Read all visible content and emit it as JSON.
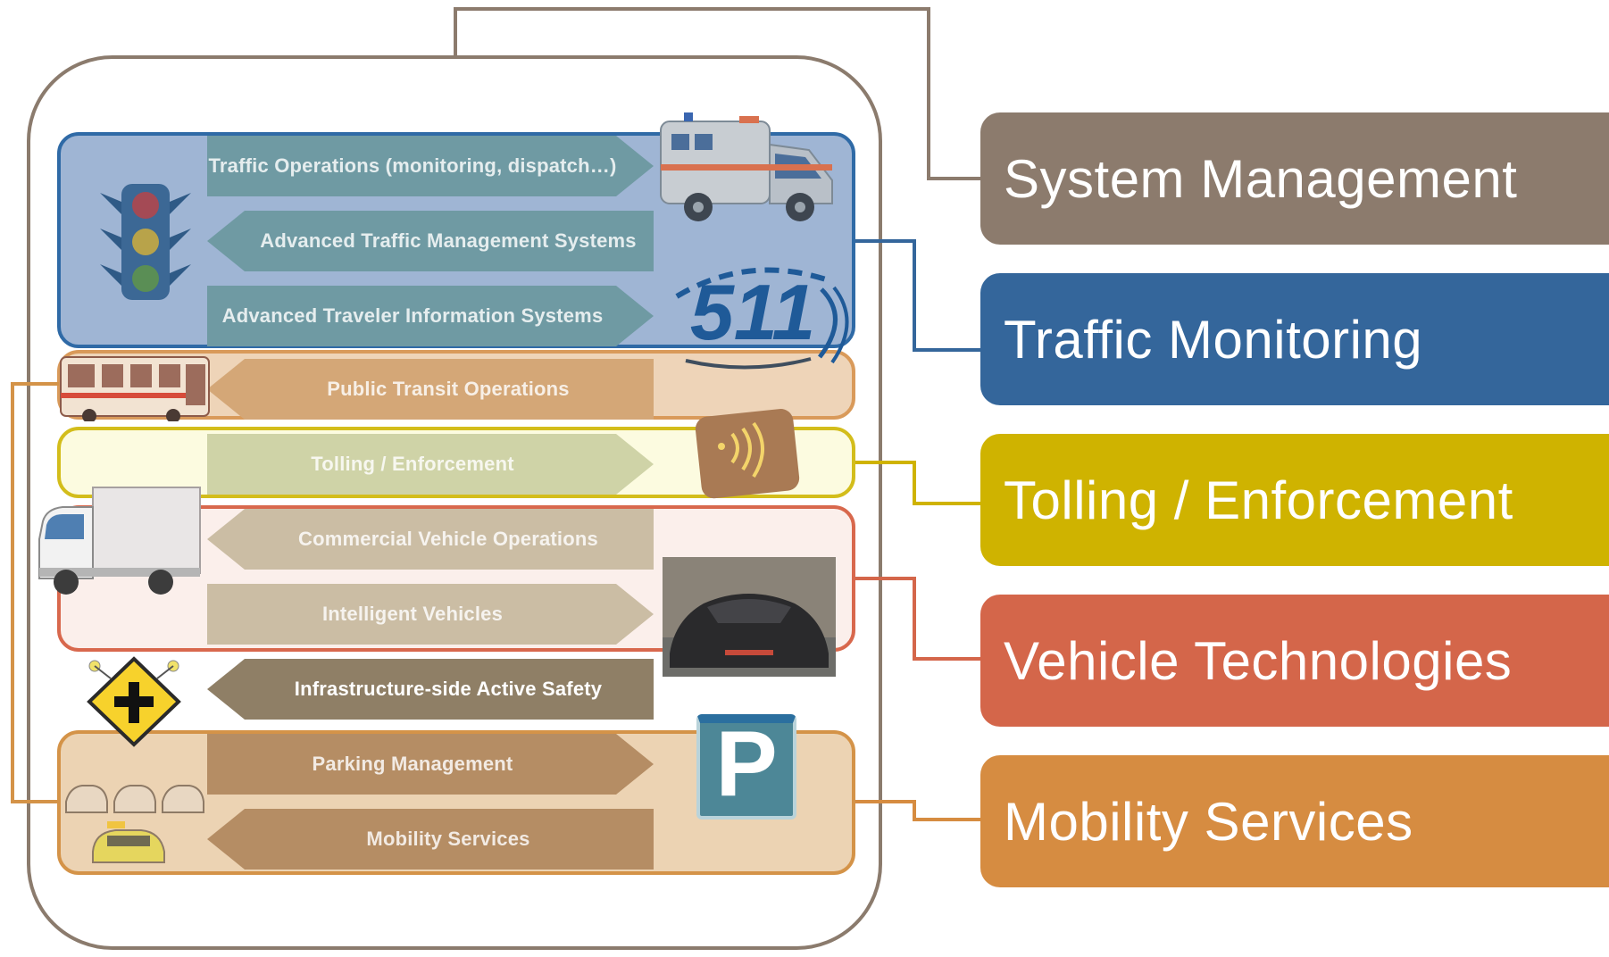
{
  "diagram": {
    "bands": {
      "traffic_operations": "Traffic Operations (monitoring, dispatch…)",
      "atms": "Advanced Traffic Management Systems",
      "atis": "Advanced Traveler Information Systems",
      "public_transit": "Public Transit Operations",
      "tolling": "Tolling / Enforcement",
      "commercial_vehicle": "Commercial Vehicle Operations",
      "intelligent_vehicles": "Intelligent Vehicles",
      "active_safety": "Infrastructure-side Active Safety",
      "parking": "Parking Management",
      "mobility": "Mobility Services"
    },
    "icons": {
      "traffic_light": "traffic-light-icon",
      "ambulance": "ambulance-icon",
      "info_511": "511",
      "bus": "bus-icon",
      "toll_tag": "toll-tag-icon",
      "truck": "truck-icon",
      "car": "car-icon",
      "warning_sign": "warning-sign-icon",
      "parking": "P",
      "taxi": "taxi-icon"
    }
  },
  "categories": {
    "system_management": "System Management",
    "traffic_monitoring": "Traffic Monitoring",
    "tolling_enforcement": "Tolling / Enforcement",
    "vehicle_technologies": "Vehicle Technologies",
    "mobility_services": "Mobility Services"
  },
  "colors": {
    "system_management": "#8c7b6d",
    "traffic_monitoring": "#34669b",
    "tolling_enforcement": "#cfb300",
    "vehicle_technologies": "#d4664a",
    "mobility_services": "#d68c41"
  }
}
